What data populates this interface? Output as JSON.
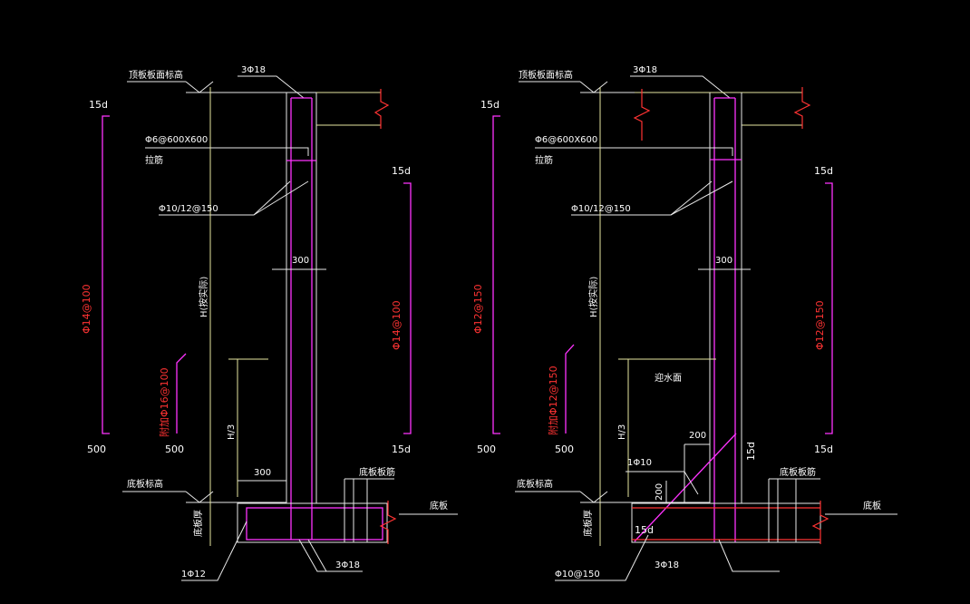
{
  "left": {
    "roof_elev": "顶板板面标高",
    "top_bar": "3Φ18",
    "len_15d_left": "15d",
    "tie": "Φ6@600X600",
    "tie_label": "拉筋",
    "horiz_bar": "Φ10/12@150",
    "dim_300_top": "300",
    "len_15d_right_top": "15d",
    "vert_left": "Φ14@100",
    "vert_right": "Φ14@100",
    "h_label": "H(按实际)",
    "added_bar": "附加Φ16@100",
    "h3": "H/3",
    "dim_500_a": "500",
    "dim_500_b": "500",
    "len_15d_right_bot": "15d",
    "dim_300_bot": "300",
    "base_elev": "底板标高",
    "base_bar": "底板板筋",
    "base_thick": "底板厚",
    "base_label": "底板",
    "corner_bar": "1Φ12",
    "bot_bar": "3Φ18"
  },
  "right": {
    "roof_elev": "顶板板面标高",
    "top_bar": "3Φ18",
    "len_15d_left": "15d",
    "tie": "Φ6@600X600",
    "tie_label": "拉筋",
    "horiz_bar": "Φ10/12@150",
    "dim_300_top": "300",
    "len_15d_right_top": "15d",
    "vert_left": "Φ12@150",
    "vert_right": "Φ12@150",
    "h_label": "H(按实际)",
    "water_face": "迎水面",
    "added_bar": "附加Φ12@150",
    "h3": "H/3",
    "dim_500_a": "500",
    "dim_500_b": "500",
    "dim_200_a": "200",
    "dim_15d_diag": "15d",
    "len_15d_right_bot": "15d",
    "bar_1phi10": "1Φ10",
    "dim_200_b": "200",
    "base_elev": "底板标高",
    "base_bar": "底板板筋",
    "base_thick": "底板厚",
    "dim_15d_base": "15d",
    "base_label": "底板",
    "haunch_bar": "Φ10@150",
    "bot_bar": "3Φ18"
  }
}
